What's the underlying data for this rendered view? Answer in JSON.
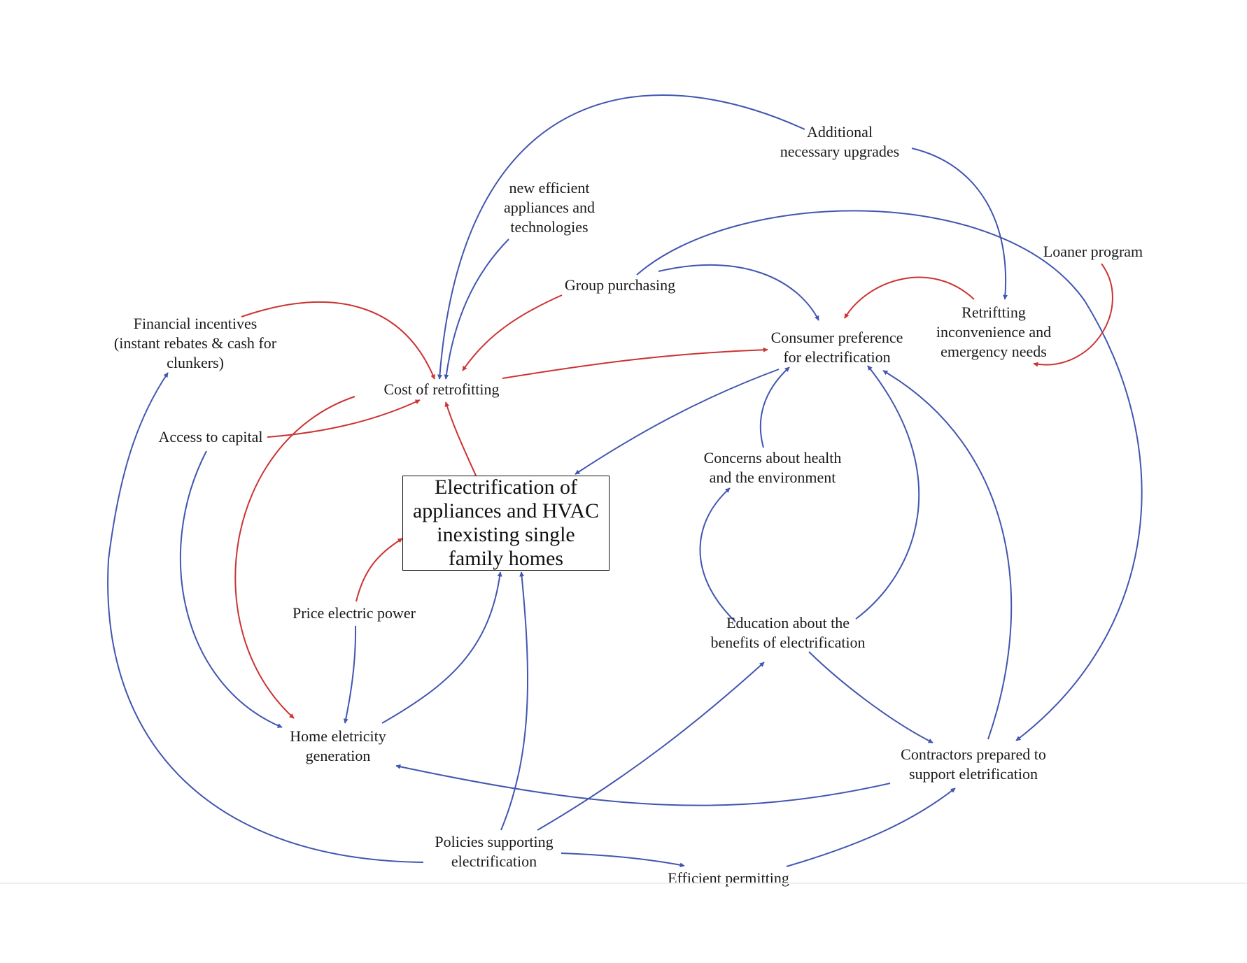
{
  "colors": {
    "reinforcing": "#4256b0",
    "balancing": "#cc3333"
  },
  "main_node": {
    "lines": [
      "Electrification of",
      "appliances and HVAC",
      "inexisting single",
      "family homes"
    ]
  },
  "nodes": {
    "additional_upgrades": {
      "lines": [
        "Additional",
        "necessary upgrades"
      ]
    },
    "new_efficient": {
      "lines": [
        "new efficient",
        "appliances and",
        "technologies"
      ]
    },
    "loaner_program": {
      "lines": [
        "Loaner program"
      ]
    },
    "group_purchasing": {
      "lines": [
        "Group purchasing"
      ]
    },
    "retrofitting_inconvenience": {
      "lines": [
        "Retriftting",
        "inconvenience and",
        "emergency needs"
      ]
    },
    "financial_incentives": {
      "lines": [
        "Financial incentives",
        "(instant rebates & cash for",
        "clunkers)"
      ]
    },
    "consumer_preference": {
      "lines": [
        "Consumer preference",
        "for electrification"
      ]
    },
    "cost_retrofitting": {
      "lines": [
        "Cost of retrofitting"
      ]
    },
    "access_capital": {
      "lines": [
        "Access to capital"
      ]
    },
    "concerns_health": {
      "lines": [
        "Concerns about health",
        "and the environment"
      ]
    },
    "price_power": {
      "lines": [
        "Price electric power"
      ]
    },
    "education": {
      "lines": [
        "Education about the",
        "benefits of electrification"
      ]
    },
    "home_generation": {
      "lines": [
        "Home eletricity",
        "generation"
      ]
    },
    "contractors": {
      "lines": [
        "Contractors prepared to",
        "support eletrification"
      ]
    },
    "policies": {
      "lines": [
        "Policies supporting",
        "electrification"
      ]
    },
    "efficient_permitting": {
      "lines": [
        "Efficient permitting"
      ]
    }
  },
  "links": [
    {
      "from": "additional_upgrades",
      "to": "cost_retrofitting",
      "polarity": "reinforcing"
    },
    {
      "from": "additional_upgrades",
      "to": "retrofitting_inconvenience",
      "polarity": "reinforcing"
    },
    {
      "from": "new_efficient",
      "to": "cost_retrofitting",
      "polarity": "reinforcing"
    },
    {
      "from": "group_purchasing",
      "to": "cost_retrofitting",
      "polarity": "balancing"
    },
    {
      "from": "group_purchasing",
      "to": "consumer_preference",
      "polarity": "reinforcing"
    },
    {
      "from": "group_purchasing",
      "to": "contractors",
      "polarity": "reinforcing"
    },
    {
      "from": "loaner_program",
      "to": "retrofitting_inconvenience",
      "polarity": "balancing"
    },
    {
      "from": "retrofitting_inconvenience",
      "to": "consumer_preference",
      "polarity": "balancing"
    },
    {
      "from": "financial_incentives",
      "to": "cost_retrofitting",
      "polarity": "balancing"
    },
    {
      "from": "cost_retrofitting",
      "to": "consumer_preference",
      "polarity": "balancing"
    },
    {
      "from": "cost_retrofitting",
      "to": "home_generation",
      "polarity": "balancing"
    },
    {
      "from": "access_capital",
      "to": "cost_retrofitting",
      "polarity": "balancing"
    },
    {
      "from": "access_capital",
      "to": "home_generation",
      "polarity": "reinforcing"
    },
    {
      "from": "main_node",
      "to": "cost_retrofitting",
      "polarity": "balancing"
    },
    {
      "from": "consumer_preference",
      "to": "main_node",
      "polarity": "reinforcing"
    },
    {
      "from": "concerns_health",
      "to": "consumer_preference",
      "polarity": "reinforcing"
    },
    {
      "from": "education",
      "to": "concerns_health",
      "polarity": "reinforcing"
    },
    {
      "from": "education",
      "to": "consumer_preference",
      "polarity": "reinforcing"
    },
    {
      "from": "education",
      "to": "contractors",
      "polarity": "reinforcing"
    },
    {
      "from": "price_power",
      "to": "main_node",
      "polarity": "balancing"
    },
    {
      "from": "price_power",
      "to": "home_generation",
      "polarity": "reinforcing"
    },
    {
      "from": "home_generation",
      "to": "main_node",
      "polarity": "reinforcing"
    },
    {
      "from": "contractors",
      "to": "consumer_preference",
      "polarity": "reinforcing"
    },
    {
      "from": "contractors",
      "to": "home_generation",
      "polarity": "reinforcing"
    },
    {
      "from": "policies",
      "to": "main_node",
      "polarity": "reinforcing"
    },
    {
      "from": "policies",
      "to": "education",
      "polarity": "reinforcing"
    },
    {
      "from": "policies",
      "to": "financial_incentives",
      "polarity": "reinforcing"
    },
    {
      "from": "policies",
      "to": "efficient_permitting",
      "polarity": "reinforcing"
    },
    {
      "from": "efficient_permitting",
      "to": "contractors",
      "polarity": "reinforcing"
    }
  ]
}
